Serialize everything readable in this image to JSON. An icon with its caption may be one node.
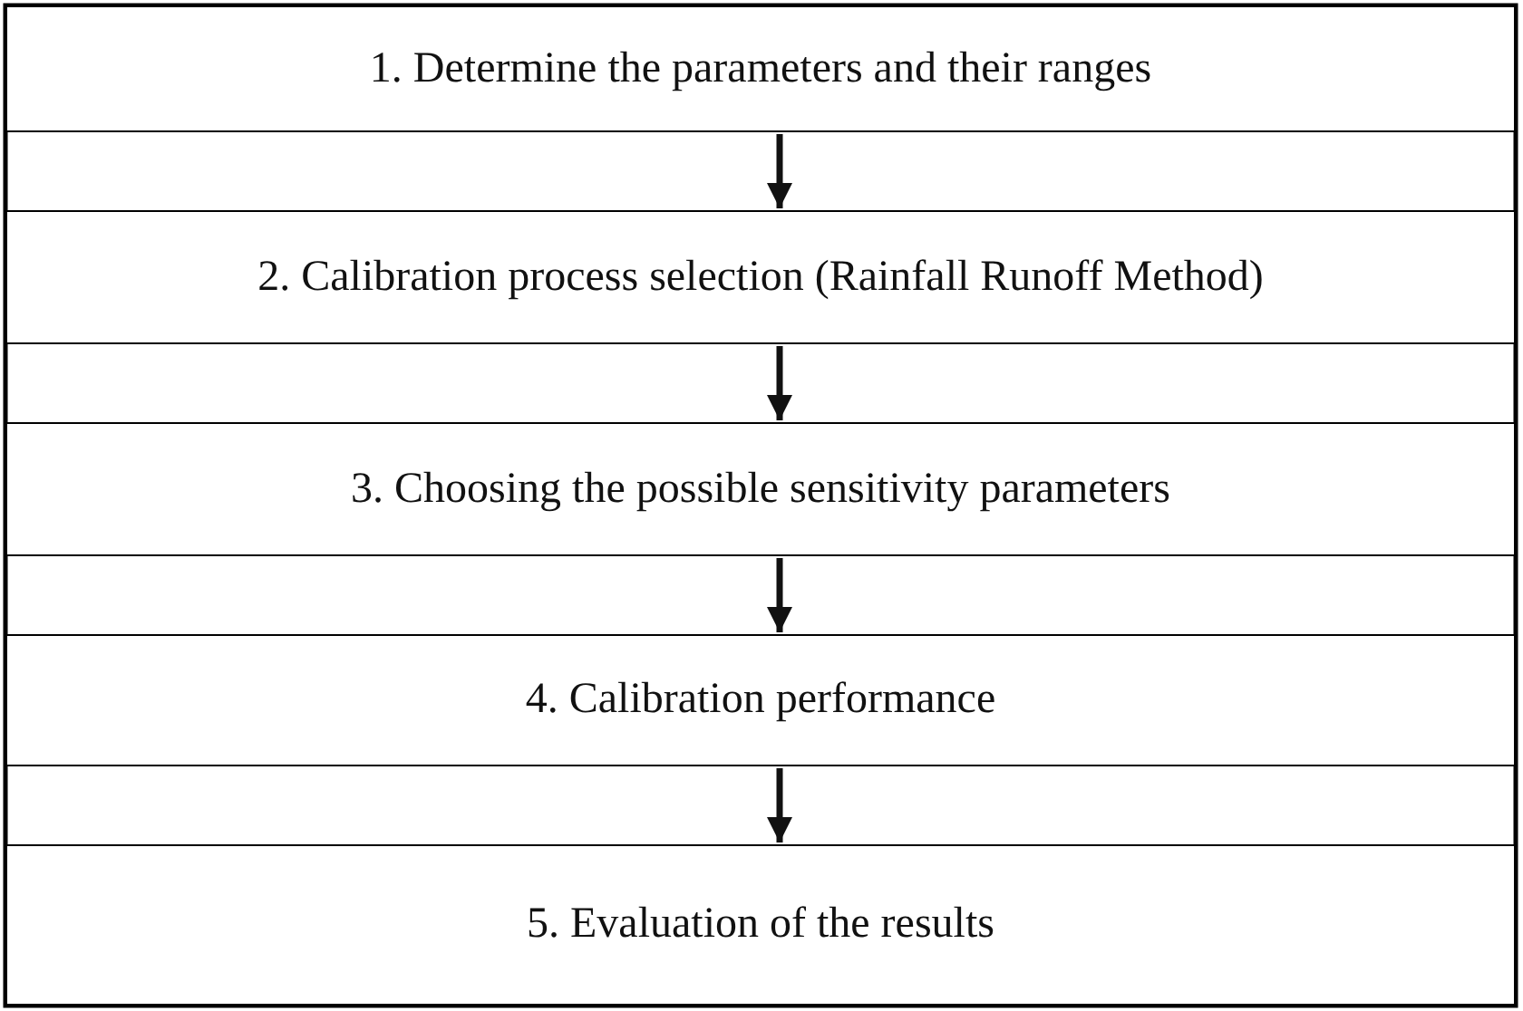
{
  "diagram": {
    "nodes": [
      {
        "text": [
          "1. Determine the parameters and their ranges"
        ]
      },
      {
        "text": [
          "2. Calibration process selection (Rainfall Runoff Method)"
        ]
      },
      {
        "text": [
          "3. Choosing the possible sensitivity parameters"
        ]
      },
      {
        "text": [
          "4. Calibration performance"
        ]
      },
      {
        "text": [
          "5. Evaluation of the results"
        ]
      }
    ],
    "edges": [
      {
        "from": 0,
        "to": 1,
        "arrow": "to"
      },
      {
        "from": 1,
        "to": 2,
        "arrow": "to"
      },
      {
        "from": 2,
        "to": 3,
        "arrow": "to"
      },
      {
        "from": 3,
        "to": 4,
        "arrow": "to"
      }
    ]
  }
}
